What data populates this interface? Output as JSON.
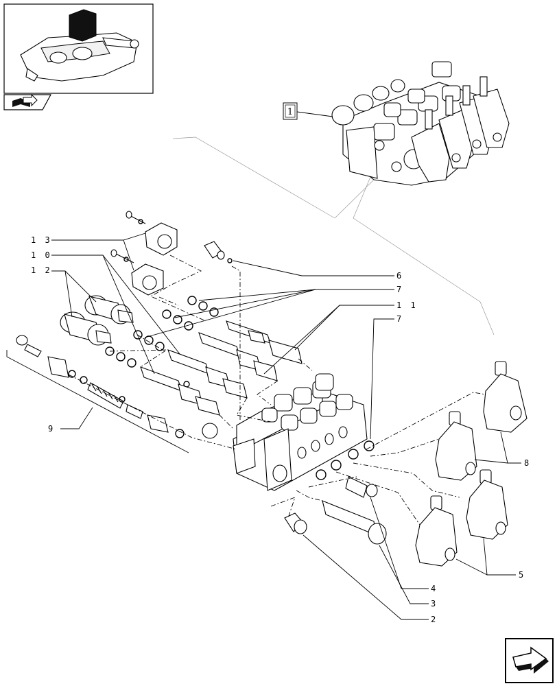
{
  "thumbnail": {
    "icon": "tractor-hydraulic-lift-icon"
  },
  "nav_tab": {
    "icon": "book-arrow-icon"
  },
  "assembly_ref": "1",
  "callouts": [
    {
      "id": "c13",
      "text": "1 3"
    },
    {
      "id": "c10",
      "text": "1 0"
    },
    {
      "id": "c12",
      "text": "1 2"
    },
    {
      "id": "c6",
      "text": "6"
    },
    {
      "id": "c7a",
      "text": "7"
    },
    {
      "id": "c11",
      "text": "1 1"
    },
    {
      "id": "c7b",
      "text": "7"
    },
    {
      "id": "c9",
      "text": "9"
    },
    {
      "id": "c8",
      "text": "8"
    },
    {
      "id": "c5",
      "text": "5"
    },
    {
      "id": "c4",
      "text": "4"
    },
    {
      "id": "c3",
      "text": "3"
    },
    {
      "id": "c2",
      "text": "2"
    }
  ],
  "next_page": {
    "icon": "next-page-arrow-icon"
  }
}
